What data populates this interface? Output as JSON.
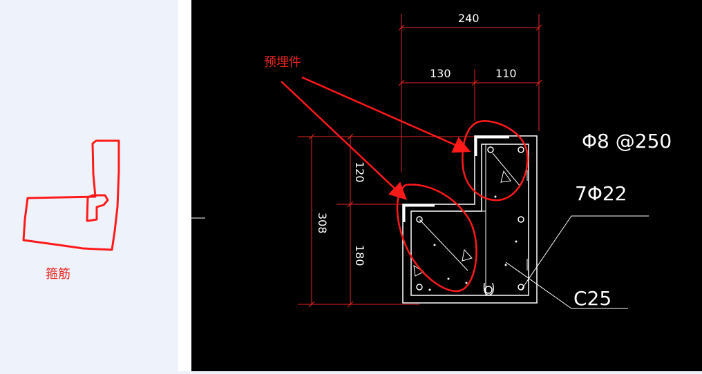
{
  "left_panel": {
    "sketch_label": "箍筋"
  },
  "drawing": {
    "callout_label": "预埋件",
    "dimensions": {
      "top_total": "240",
      "top_left": "130",
      "top_right": "110",
      "left_total": "308",
      "left_upper": "120",
      "left_lower": "180"
    },
    "annotations": {
      "stirrup_spec": "Φ8 @250",
      "longitudinal_bars": "7Φ22",
      "concrete_grade": "C25"
    },
    "colors": {
      "background": "#000000",
      "linework": "#ffffff",
      "dimension_lines": "#e8261f",
      "markup": "#ff1a1a"
    }
  }
}
